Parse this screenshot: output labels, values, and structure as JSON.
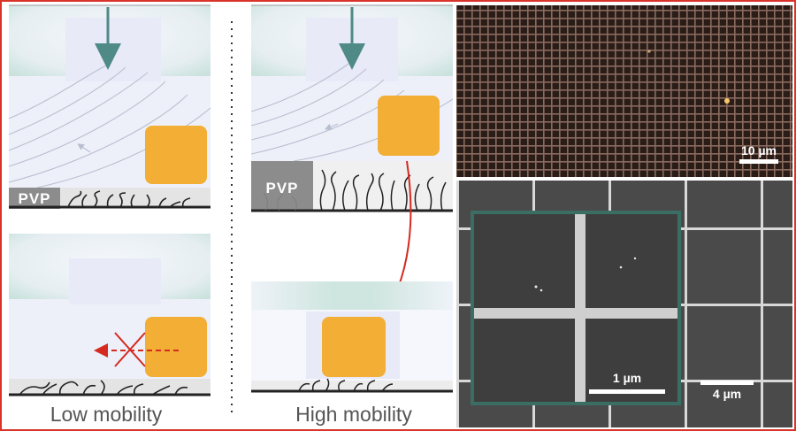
{
  "figure": {
    "left_panel_caption": "Low mobility",
    "middle_panel_caption": "High mobility",
    "polymer_label_top": "PVP",
    "polymer_label_middle": "PVP",
    "scale_bar_optical": "10 µm",
    "scale_bar_sem": "4 µm",
    "scale_bar_inset": "1 µm",
    "colors": {
      "frame_border": "#d9332a",
      "particle": "#f2ae35",
      "flow_arrow": "#4f8a86",
      "red_arrow": "#d42a1f",
      "mold_teal": "#d4e6e3",
      "mold_lavender": "#e9ebf8",
      "inset_border": "#3b6e63"
    }
  }
}
